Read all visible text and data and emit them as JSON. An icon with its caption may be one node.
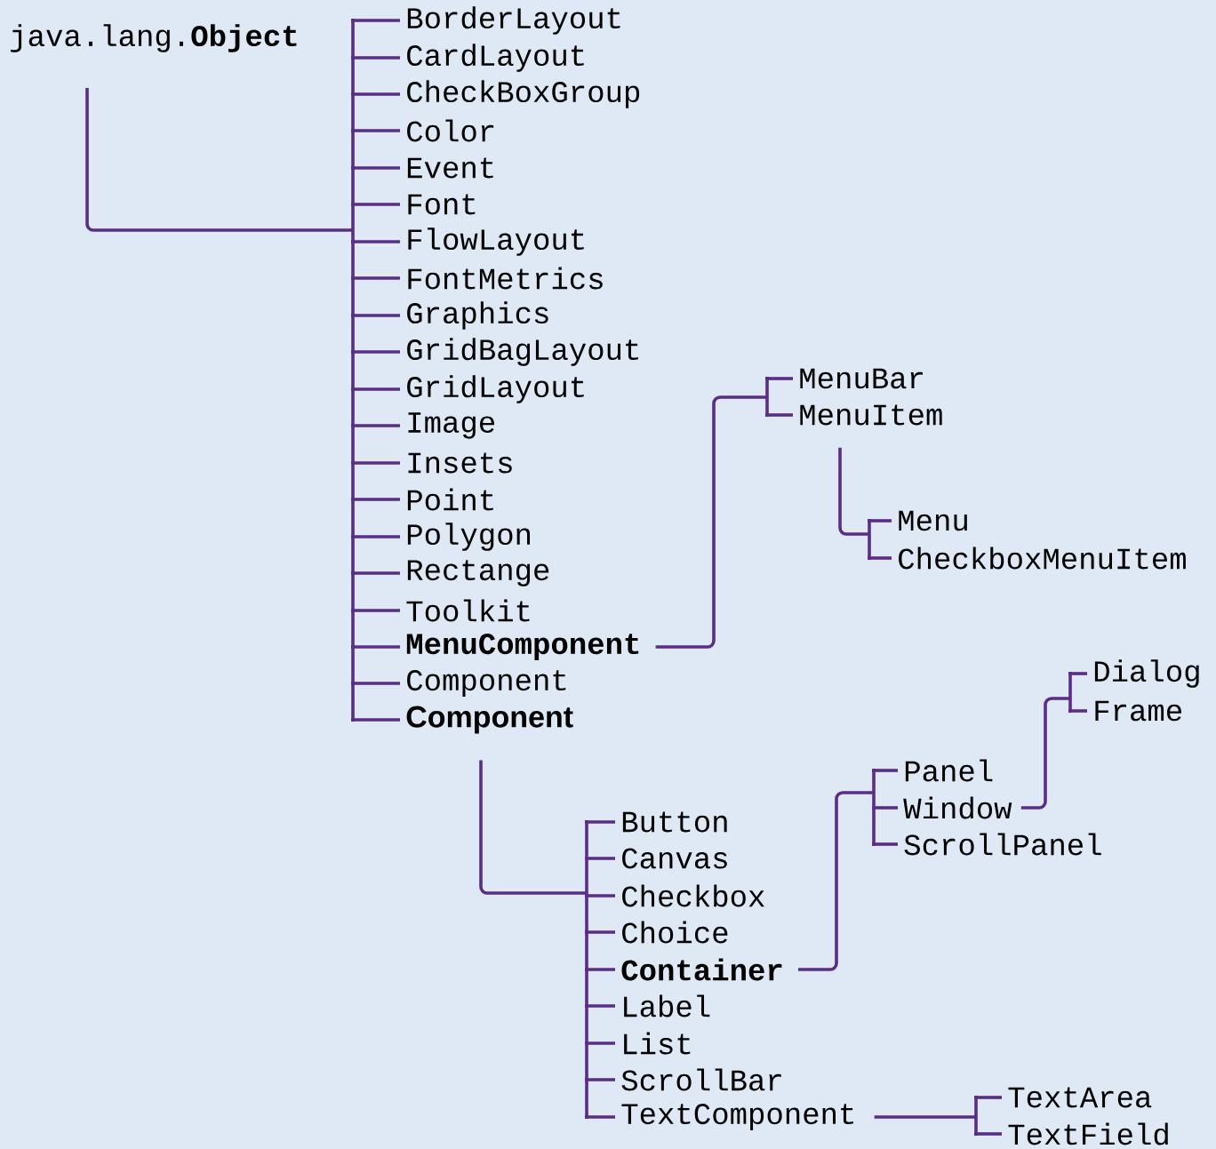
{
  "diagram": {
    "nodes": [
      {
        "text": [
          "java.lang.**Object**"
        ]
      },
      {
        "text": [
          "BorderLayout"
        ]
      },
      {
        "text": [
          "CardLayout"
        ]
      },
      {
        "text": [
          "CheckBoxGroup"
        ]
      },
      {
        "text": [
          "Color"
        ]
      },
      {
        "text": [
          "Event"
        ]
      },
      {
        "text": [
          "Font"
        ]
      },
      {
        "text": [
          "FlowLayout"
        ]
      },
      {
        "text": [
          "FontMetrics"
        ]
      },
      {
        "text": [
          "Graphics"
        ]
      },
      {
        "text": [
          "GridBagLayout"
        ]
      },
      {
        "text": [
          "GridLayout"
        ]
      },
      {
        "text": [
          "Image"
        ]
      },
      {
        "text": [
          "Insets"
        ]
      },
      {
        "text": [
          "Point"
        ]
      },
      {
        "text": [
          "Polygon"
        ]
      },
      {
        "text": [
          "Rectange"
        ]
      },
      {
        "text": [
          "Toolkit"
        ]
      },
      {
        "text": [
          "MenuComponent"
        ]
      },
      {
        "text": [
          "Component"
        ]
      },
      {
        "text": [
          "Component"
        ]
      },
      {
        "text": [
          "MenuBar"
        ]
      },
      {
        "text": [
          "MenuItem"
        ]
      },
      {
        "text": [
          "Menu"
        ]
      },
      {
        "text": [
          "CheckboxMenuItem"
        ]
      },
      {
        "text": [
          "Button"
        ]
      },
      {
        "text": [
          "Canvas"
        ]
      },
      {
        "text": [
          "Checkbox"
        ]
      },
      {
        "text": [
          "Choice"
        ]
      },
      {
        "text": [
          "Container"
        ]
      },
      {
        "text": [
          "Label"
        ]
      },
      {
        "text": [
          "List"
        ]
      },
      {
        "text": [
          "ScrollBar"
        ]
      },
      {
        "text": [
          "TextComponent"
        ]
      },
      {
        "text": [
          "Panel"
        ]
      },
      {
        "text": [
          "Window"
        ]
      },
      {
        "text": [
          "ScrollPanel"
        ]
      },
      {
        "text": [
          "Dialog"
        ]
      },
      {
        "text": [
          "Frame"
        ]
      },
      {
        "text": [
          "TextArea"
        ]
      },
      {
        "text": [
          "TextField"
        ]
      }
    ],
    "edges": [
      {
        "from": 0,
        "to": 1,
        "arrow": "none"
      },
      {
        "from": 0,
        "to": 2,
        "arrow": "none"
      },
      {
        "from": 0,
        "to": 3,
        "arrow": "none"
      },
      {
        "from": 0,
        "to": 4,
        "arrow": "none"
      },
      {
        "from": 0,
        "to": 5,
        "arrow": "none"
      },
      {
        "from": 0,
        "to": 6,
        "arrow": "none"
      },
      {
        "from": 0,
        "to": 7,
        "arrow": "none"
      },
      {
        "from": 0,
        "to": 8,
        "arrow": "none"
      },
      {
        "from": 0,
        "to": 9,
        "arrow": "none"
      },
      {
        "from": 0,
        "to": 10,
        "arrow": "none"
      },
      {
        "from": 0,
        "to": 11,
        "arrow": "none"
      },
      {
        "from": 0,
        "to": 12,
        "arrow": "none"
      },
      {
        "from": 0,
        "to": 13,
        "arrow": "none"
      },
      {
        "from": 0,
        "to": 14,
        "arrow": "none"
      },
      {
        "from": 0,
        "to": 15,
        "arrow": "none"
      },
      {
        "from": 0,
        "to": 16,
        "arrow": "none"
      },
      {
        "from": 0,
        "to": 17,
        "arrow": "none"
      },
      {
        "from": 0,
        "to": 18,
        "arrow": "none"
      },
      {
        "from": 0,
        "to": 19,
        "arrow": "none"
      },
      {
        "from": 0,
        "to": 20,
        "arrow": "none"
      },
      {
        "from": 18,
        "to": 21,
        "arrow": "none"
      },
      {
        "from": 18,
        "to": 22,
        "arrow": "none"
      },
      {
        "from": 22,
        "to": 23,
        "arrow": "none"
      },
      {
        "from": 22,
        "to": 24,
        "arrow": "none"
      },
      {
        "from": 20,
        "to": 25,
        "arrow": "none"
      },
      {
        "from": 20,
        "to": 26,
        "arrow": "none"
      },
      {
        "from": 20,
        "to": 27,
        "arrow": "none"
      },
      {
        "from": 20,
        "to": 28,
        "arrow": "none"
      },
      {
        "from": 20,
        "to": 29,
        "arrow": "none"
      },
      {
        "from": 20,
        "to": 30,
        "arrow": "none"
      },
      {
        "from": 20,
        "to": 31,
        "arrow": "none"
      },
      {
        "from": 20,
        "to": 32,
        "arrow": "none"
      },
      {
        "from": 20,
        "to": 33,
        "arrow": "none"
      },
      {
        "from": 29,
        "to": 34,
        "arrow": "none"
      },
      {
        "from": 29,
        "to": 35,
        "arrow": "none"
      },
      {
        "from": 29,
        "to": 36,
        "arrow": "none"
      },
      {
        "from": 35,
        "to": 37,
        "arrow": "none"
      },
      {
        "from": 35,
        "to": 38,
        "arrow": "none"
      },
      {
        "from": 33,
        "to": 39,
        "arrow": "none"
      },
      {
        "from": 33,
        "to": 40,
        "arrow": "none"
      }
    ]
  }
}
